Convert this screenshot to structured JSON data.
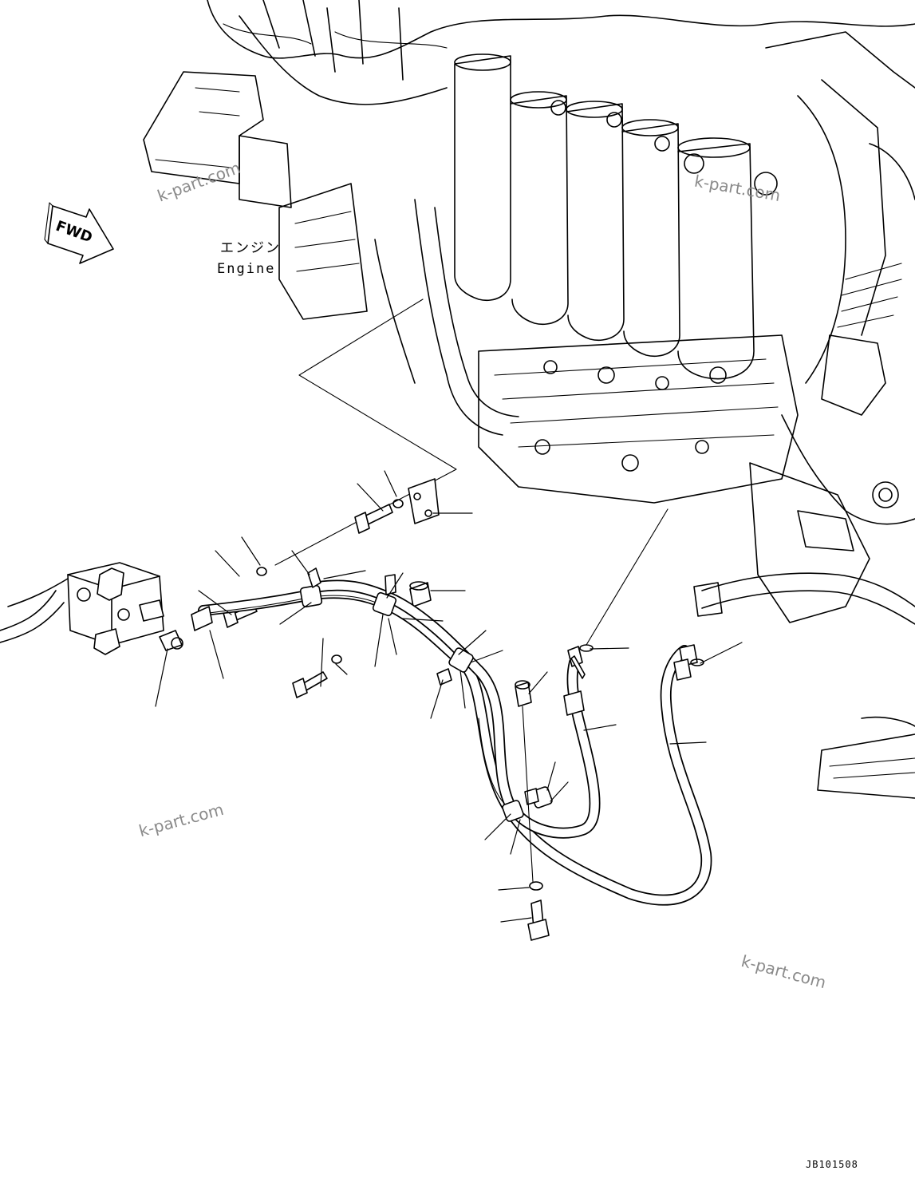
{
  "diagram": {
    "fwd_label": "FWD",
    "engine_label_jp": "エンジン",
    "engine_label_en": "Engine",
    "drawing_code": "JB101508",
    "watermarks": [
      "k-part.com",
      "k-part.com",
      "k-part.com",
      "k-part.com"
    ],
    "line_color": "#000000",
    "watermark_color": "#8a8a8a"
  }
}
